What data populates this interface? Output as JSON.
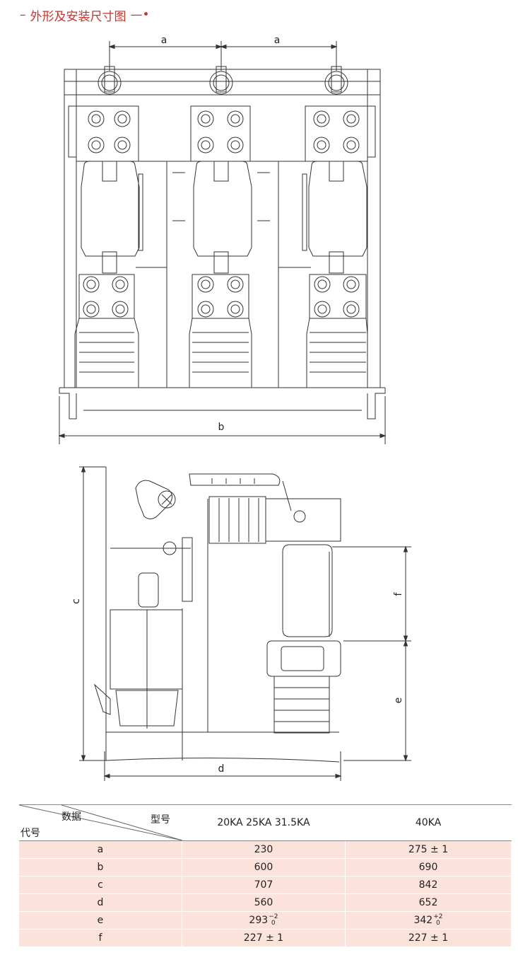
{
  "title": "外形及安装尺寸图",
  "title_dash": "–",
  "title_tail": "—•",
  "dimensions": {
    "a1": "a",
    "a2": "a",
    "b": "b",
    "c": "c",
    "d": "d",
    "e": "e",
    "f": "f"
  },
  "table": {
    "header": {
      "data_label": "数据",
      "model_label": "型号",
      "code_label": "代号",
      "col1": "20KA  25KA 31.5KA",
      "col2": "40KA"
    },
    "rows": [
      {
        "code": "a",
        "v1": "230",
        "v2": "275 ± 1"
      },
      {
        "code": "b",
        "v1": "600",
        "v2": "690"
      },
      {
        "code": "c",
        "v1": "707",
        "v2": "842"
      },
      {
        "code": "d",
        "v1": "560",
        "v2": "652"
      },
      {
        "code": "e",
        "v1": "293",
        "v1_sup": "−2",
        "v1_sub": "0",
        "v2": "342",
        "v2_sup": "+2",
        "v2_sub": "0"
      },
      {
        "code": "f",
        "v1": "227 ± 1",
        "v2": "227 ± 1"
      }
    ]
  },
  "colors": {
    "accent": "#c8322c",
    "row_fill": "#fbe2db",
    "line": "#333333"
  }
}
